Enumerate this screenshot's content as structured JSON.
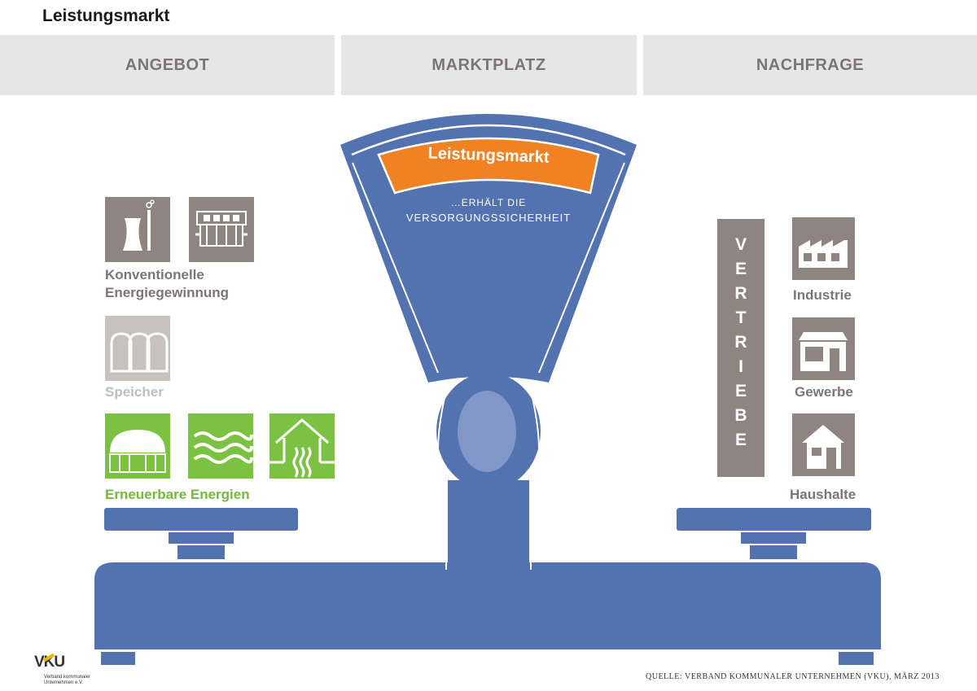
{
  "title": "Leistungsmarkt",
  "headers": {
    "angebot": "ANGEBOT",
    "marktplatz": "MARKTPLATZ",
    "nachfrage": "NACHFRAGE"
  },
  "scale": {
    "banner": "Leistungsmarkt",
    "subtitle_line1": "…ERHÄLT DIE",
    "subtitle_line2": "VERSORGUNGSSICHERHEIT"
  },
  "supply": {
    "conventional_line1": "Konventionelle",
    "conventional_line2": "Energiegewinnung",
    "storage": "Speicher",
    "renewables": "Erneuerbare Energien"
  },
  "demand": {
    "vertical": [
      "V",
      "E",
      "R",
      "T",
      "R",
      "I",
      "E",
      "B",
      "E"
    ],
    "industry": "Industrie",
    "commerce": "Gewerbe",
    "households": "Haushalte"
  },
  "source": "QUELLE: VERBAND KOMMUNALER UNTERNEHMEN (VKU), MÄRZ 2013",
  "logo": {
    "name": "VKU",
    "sub": "Verband kommunaler Unternehmen e.V."
  },
  "colors": {
    "scale_blue": "#5272b0",
    "banner_orange": "#f08224",
    "tile_gray": "#8f8580",
    "tile_light": "#c7c2c0",
    "tile_green": "#7cc242",
    "header_bg": "#e6e6e6"
  }
}
